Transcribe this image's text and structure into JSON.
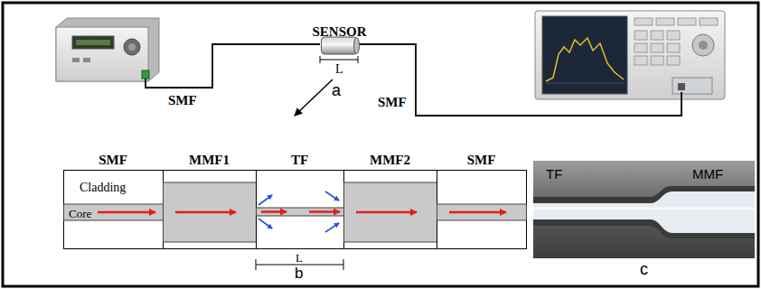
{
  "diagram": {
    "nodes": [
      {
        "text": [
          "SENSOR"
        ]
      },
      {
        "text": [
          "SMF",
          "Cladding",
          "Core"
        ]
      },
      {
        "text": [
          "MMF1"
        ]
      },
      {
        "text": [
          "TF"
        ]
      },
      {
        "text": [
          "MMF2"
        ]
      },
      {
        "text": [
          "SMF"
        ]
      },
      {
        "text": [
          "TF",
          "MMF"
        ]
      }
    ],
    "labels": [
      "SMF",
      "SMF",
      "L",
      "a",
      "L",
      "b",
      "c"
    ]
  }
}
